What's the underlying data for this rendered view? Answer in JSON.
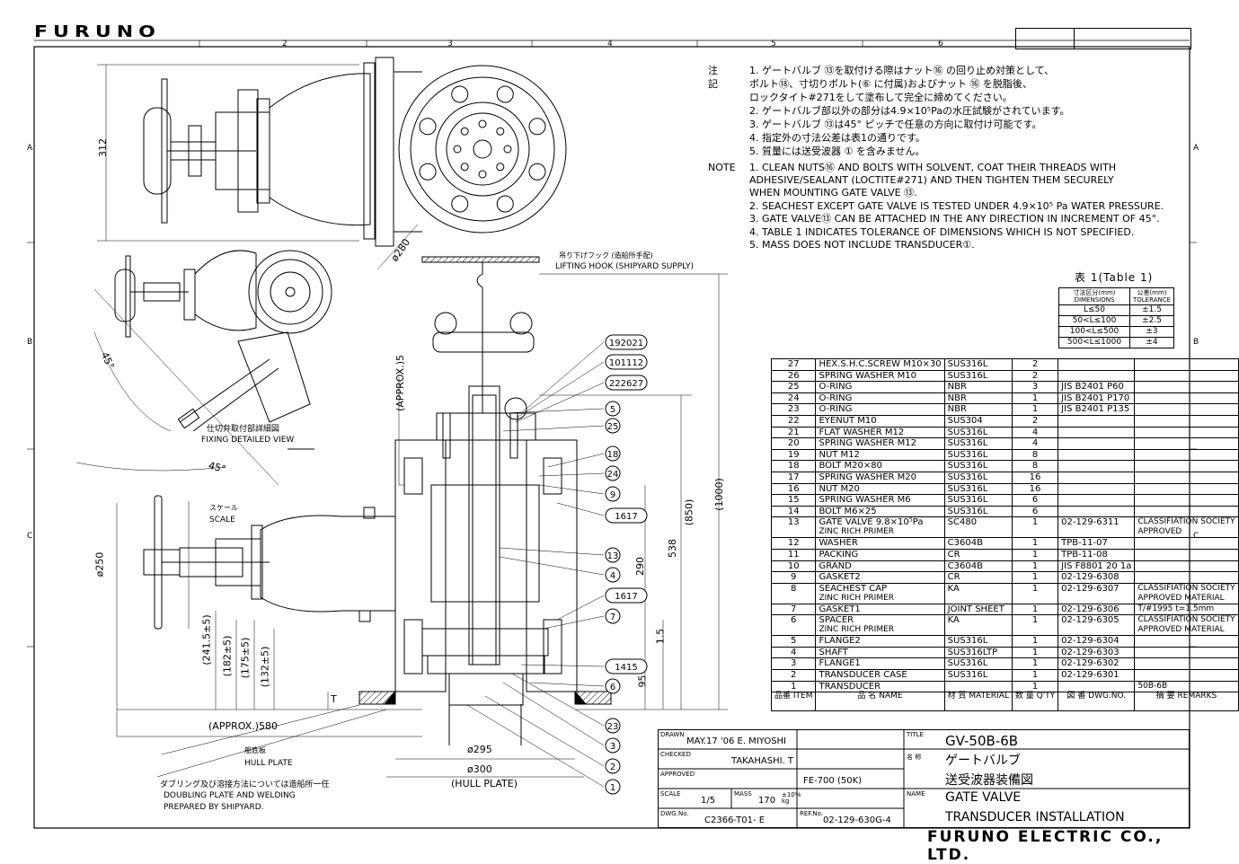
{
  "header": {
    "brand": "FURUNO",
    "columns": [
      "2",
      "3",
      "4",
      "5",
      "6"
    ],
    "rows": [
      "A",
      "B",
      "C"
    ]
  },
  "footer": {
    "company": "FURUNO ELECTRIC CO., LTD."
  },
  "notes_jp": {
    "label": "注 記",
    "items": [
      "1.  ゲートバルブ ⑬を取付ける際はナット⑯ の回り止め対策として、",
      "     ボルト⑱、寸切りボルト(⑥ に付属)およびナット ⑯ を脱脂後、",
      "     ロックタイト#271をして塗布して完全に締めてください。",
      "2.  ゲートバルブ部以外の部分は4.9×10⁵Paの水圧試験がされています。",
      "3.  ゲートバルブ ⑬は45° ピッチで任意の方向に取付け可能です。",
      "4.  指定外の寸法公差は表1の通りです。",
      "5.  質量には送受波器 ① を含みません。"
    ]
  },
  "notes_en": {
    "label": "NOTE",
    "items": [
      "1.  CLEAN NUTS⑯ AND BOLTS WITH SOLVENT, COAT THEIR  THREADS WITH",
      "     ADHESIVE/SEALANT (LOCTITE#271) AND THEN TIGHTEN THEM SECURELY",
      "     WHEN MOUNTING GATE  VALVE ⑬.",
      "2.  SEACHEST EXCEPT GATE VALVE IS TESTED UNDER 4.9×10⁵ Pa  WATER PRESSURE.",
      "3.  GATE VALVE⑬ CAN BE ATTACHED IN THE ANY DIRECTION IN INCREMENT OF 45°.",
      "4.  TABLE 1 INDICATES TOLERANCE OF DIMENSIONS WHICH IS NOT SPECIFIED.",
      "5.  MASS DOES NOT INCLUDE TRANSDUCER①."
    ]
  },
  "table1": {
    "title": "表 1(Table  1)",
    "head": [
      "寸法区分(mm) DIMENSIONS",
      "公差(mm) TOLERANCE"
    ],
    "rows": [
      [
        "L≤50",
        "±1.5"
      ],
      [
        "50<L≤100",
        "±2.5"
      ],
      [
        "100<L≤500",
        "±3"
      ],
      [
        "500<L≤1000",
        "±4"
      ]
    ]
  },
  "parts": {
    "header": {
      "no": "品番 ITEM",
      "name": "品   名 NAME",
      "material": "材 質 MATERIAL",
      "qty": "数 量 Q'TY",
      "dwg": "図  番 DWG.NO.",
      "remarks": "摘  要 REMARKS"
    },
    "rows": [
      {
        "no": "27",
        "name": "HEX.S.H.C.SCREW  M10×30",
        "material": "SUS316L",
        "qty": "2",
        "dwg": "",
        "remarks": ""
      },
      {
        "no": "26",
        "name": "SPRING  WASHER  M10",
        "material": "SUS316L",
        "qty": "2",
        "dwg": "",
        "remarks": ""
      },
      {
        "no": "25",
        "name": "O-RING",
        "material": "NBR",
        "qty": "3",
        "dwg": "JIS  B2401 P60",
        "remarks": ""
      },
      {
        "no": "24",
        "name": "O-RING",
        "material": "NBR",
        "qty": "1",
        "dwg": "JIS  B2401 P170",
        "remarks": ""
      },
      {
        "no": "23",
        "name": "O-RING",
        "material": "NBR",
        "qty": "1",
        "dwg": "JIS  B2401 P135",
        "remarks": ""
      },
      {
        "no": "22",
        "name": "EYENUT             M10",
        "material": "SUS304",
        "qty": "2",
        "dwg": "",
        "remarks": ""
      },
      {
        "no": "21",
        "name": "FLAT  WASHER     M12",
        "material": "SUS316L",
        "qty": "4",
        "dwg": "",
        "remarks": ""
      },
      {
        "no": "20",
        "name": "SPRING  WASHER  M12",
        "material": "SUS316L",
        "qty": "4",
        "dwg": "",
        "remarks": ""
      },
      {
        "no": "19",
        "name": "NUT                  M12",
        "material": "SUS316L",
        "qty": "8",
        "dwg": "",
        "remarks": ""
      },
      {
        "no": "18",
        "name": "BOLT             M20×80",
        "material": "SUS316L",
        "qty": "8",
        "dwg": "",
        "remarks": ""
      },
      {
        "no": "17",
        "name": "SPRING  WASHER  M20",
        "material": "SUS316L",
        "qty": "16",
        "dwg": "",
        "remarks": ""
      },
      {
        "no": "16",
        "name": "NUT                  M20",
        "material": "SUS316L",
        "qty": "16",
        "dwg": "",
        "remarks": ""
      },
      {
        "no": "15",
        "name": "SPRING  WASHER  M6",
        "material": "SUS316L",
        "qty": "6",
        "dwg": "",
        "remarks": ""
      },
      {
        "no": "14",
        "name": "BOLT              M6×25",
        "material": "SUS316L",
        "qty": "6",
        "dwg": "",
        "remarks": ""
      },
      {
        "no": "13",
        "name": "GATE VALVE  9.8×10⁵Pa",
        "name2": "ZINC RICH PRIMER",
        "material": "SC480",
        "qty": "1",
        "dwg": "02-129-6311",
        "remarks": "CLASSIFIATION SOCIETY",
        "remarks2": "APPROVED"
      },
      {
        "no": "12",
        "name": "WASHER",
        "material": "C3604B",
        "qty": "1",
        "dwg": "TPB-11-07",
        "remarks": ""
      },
      {
        "no": "11",
        "name": "PACKING",
        "material": "CR",
        "qty": "1",
        "dwg": "TPB-11-08",
        "remarks": ""
      },
      {
        "no": "10",
        "name": "GRAND",
        "material": "C3604B",
        "qty": "1",
        "dwg": "JIS F8801 20 1a",
        "remarks": ""
      },
      {
        "no": "9",
        "name": "GASKET2",
        "material": "CR",
        "qty": "1",
        "dwg": "02-129-6308",
        "remarks": ""
      },
      {
        "no": "8",
        "name": "SEACHEST  CAP",
        "name2": "ZINC RICH PRIMER",
        "material": "KA",
        "qty": "1",
        "dwg": "02-129-6307",
        "remarks": "CLASSIFIATION SOCIETY",
        "remarks2": "APPROVED MATERIAL"
      },
      {
        "no": "7",
        "name": "GASKET1",
        "material": "JOINT SHEET",
        "qty": "1",
        "dwg": "02-129-6306",
        "remarks": "T/#1995  t=1.5mm"
      },
      {
        "no": "6",
        "name": "SPACER",
        "name2": "ZINC RICH PRIMER",
        "material": "KA",
        "qty": "1",
        "dwg": "02-129-6305",
        "remarks": "CLASSIFIATION SOCIETY",
        "remarks2": "APPROVED MATERIAL"
      },
      {
        "no": "5",
        "name": "FLANGE2",
        "material": "SUS316L",
        "qty": "1",
        "dwg": "02-129-6304",
        "remarks": ""
      },
      {
        "no": "4",
        "name": "SHAFT",
        "material": "SUS316LTP",
        "qty": "1",
        "dwg": "02-129-6303",
        "remarks": ""
      },
      {
        "no": "3",
        "name": "FLANGE1",
        "material": "SUS316L",
        "qty": "1",
        "dwg": "02-129-6302",
        "remarks": ""
      },
      {
        "no": "2",
        "name": "TRANSDUCER  CASE",
        "material": "SUS316L",
        "qty": "1",
        "dwg": "02-129-6301",
        "remarks": ""
      },
      {
        "no": "1",
        "name": "TRANSDUCER",
        "material": "",
        "qty": "1",
        "dwg": "",
        "remarks": "50B-6B"
      }
    ]
  },
  "titleblock": {
    "drawn_label": "DRAWN",
    "drawn": "MAY.17 '06 E. MIYOSHI",
    "checked_label": "CHECKED",
    "checked": "TAKAHASHI. T",
    "approved_label": "APPROVED",
    "scale_label": "SCALE",
    "scale": "1/5",
    "mass_label": "MASS",
    "mass": "170",
    "mass_unit": "±10% kg",
    "dwg_label": "DWG.No.",
    "dwg": "C2366-T01- E",
    "ref_label": "REF.No.",
    "ref": "02-129-630G-4",
    "product": "FE-700 (50K)",
    "title_label": "TITLE",
    "title": "GV-50B-6B",
    "name_jp_label": "名 称",
    "name_jp1": "ゲートバルブ",
    "name_jp2": "送受波器装備図",
    "name_label": "NAME",
    "name1": "GATE VALVE",
    "name2": "TRANSDUCER INSTALLATION"
  },
  "dims": {
    "d312": "312",
    "d280": "ø280",
    "d250": "ø250",
    "approx5": "(APPROX.)5",
    "d850": "(850)",
    "d1000": "(1000)",
    "d538": "538",
    "d290": "290",
    "d15": "1.5",
    "d95": "95",
    "d241": "(241.5±5)",
    "d182": "(182±5)",
    "d175": "(175±5)",
    "d132": "(132±5)",
    "T": "T",
    "approx580": "(APPROX.)580",
    "d295": "ø295",
    "d300": "ø300",
    "hullplate_paren": "(HULL PLATE)",
    "angle45a": "45°",
    "angle45b": "45°"
  },
  "labels": {
    "lifting_jp": "吊り下げフック (造船所手配)",
    "lifting": "LIFTING HOOK (SHIPYARD SUPPLY)",
    "fixing_jp": "仕切弁取付部詳細図",
    "fixing": "FIXING DETAILED VIEW",
    "scale_jp": "スケール",
    "scale": "SCALE",
    "hull_jp": "船底板",
    "hull": "HULL PLATE",
    "doubling_jp": "ダブリング及び溶接方法については造船所一任",
    "doubling1": "DOUBLING PLATE AND WELDING",
    "doubling2": "PREPARED BY SHIPYARD."
  },
  "balloons": [
    "192021",
    "101112",
    "222627",
    "5",
    "25",
    "18",
    "24",
    "9",
    "1617",
    "13",
    "4",
    "1617",
    "7",
    "1415",
    "6",
    "23",
    "3",
    "2",
    "1"
  ]
}
